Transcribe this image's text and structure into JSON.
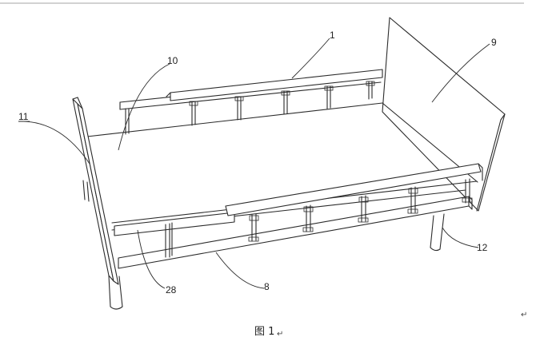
{
  "labels": {
    "l1": "1",
    "l9": "9",
    "l10": "10",
    "l11": "11",
    "l12": "12",
    "l28": "28",
    "l8": "8"
  },
  "caption": "图 1",
  "caption_mark": "↵",
  "end_mark": "↵"
}
